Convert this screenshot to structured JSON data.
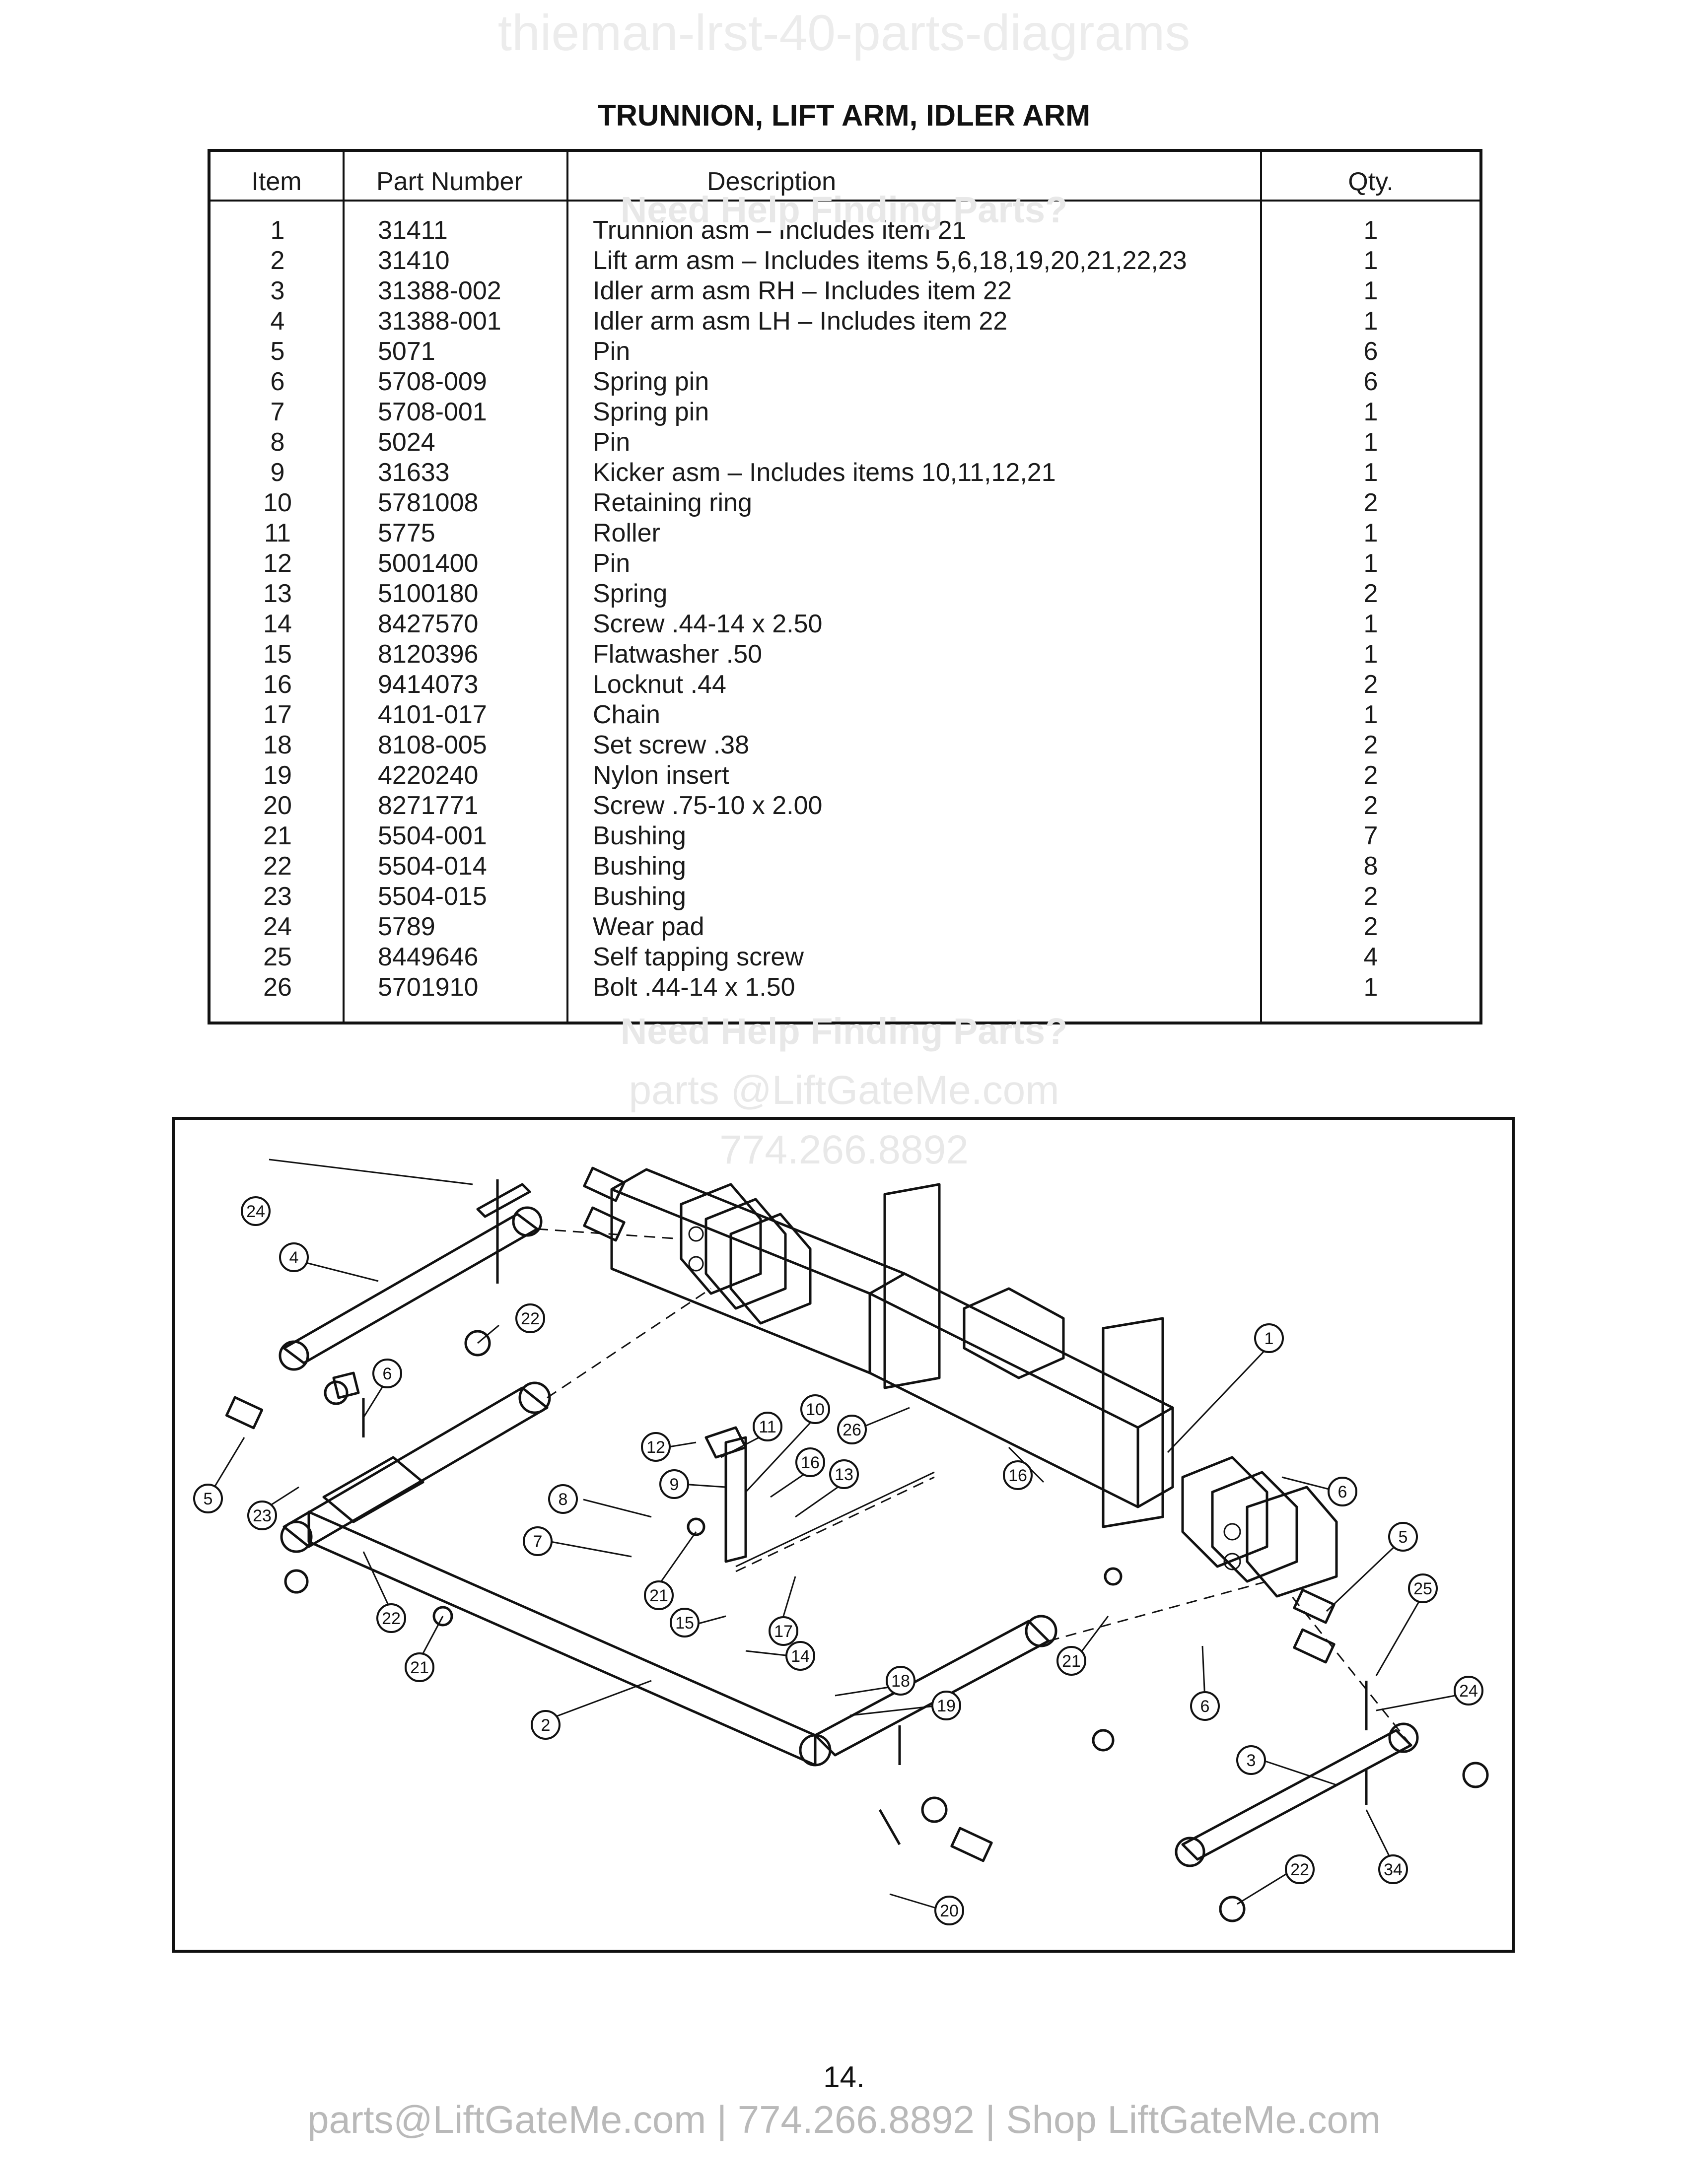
{
  "watermark_top": "thieman-lrst-40-parts-diagrams",
  "title": "TRUNNION, LIFT ARM, IDLER ARM",
  "table": {
    "headers": {
      "item": "Item",
      "part_number": "Part Number",
      "description": "Description",
      "qty": "Qty."
    },
    "rows": [
      {
        "item": "1",
        "part": "31411",
        "desc": "Trunnion asm – Includes item 21",
        "qty": "1"
      },
      {
        "item": "2",
        "part": "31410",
        "desc": "Lift arm asm – Includes items 5,6,18,19,20,21,22,23",
        "qty": "1"
      },
      {
        "item": "3",
        "part": "31388-002",
        "desc": "Idler arm asm RH – Includes item 22",
        "qty": "1"
      },
      {
        "item": "4",
        "part": "31388-001",
        "desc": "Idler arm asm LH – Includes item 22",
        "qty": "1"
      },
      {
        "item": "5",
        "part": "5071",
        "desc": "Pin",
        "qty": "6"
      },
      {
        "item": "6",
        "part": "5708-009",
        "desc": "Spring pin",
        "qty": "6"
      },
      {
        "item": "7",
        "part": "5708-001",
        "desc": "Spring pin",
        "qty": "1"
      },
      {
        "item": "8",
        "part": "5024",
        "desc": "Pin",
        "qty": "1"
      },
      {
        "item": "9",
        "part": "31633",
        "desc": "Kicker asm – Includes items 10,11,12,21",
        "qty": "1"
      },
      {
        "item": "10",
        "part": "5781008",
        "desc": "Retaining ring",
        "qty": "2"
      },
      {
        "item": "11",
        "part": "5775",
        "desc": "Roller",
        "qty": "1"
      },
      {
        "item": "12",
        "part": "5001400",
        "desc": "Pin",
        "qty": "1"
      },
      {
        "item": "13",
        "part": "5100180",
        "desc": "Spring",
        "qty": "2"
      },
      {
        "item": "14",
        "part": "8427570",
        "desc": "Screw .44-14 x 2.50",
        "qty": "1"
      },
      {
        "item": "15",
        "part": "8120396",
        "desc": "Flatwasher .50",
        "qty": "1"
      },
      {
        "item": "16",
        "part": "9414073",
        "desc": "Locknut .44",
        "qty": "2"
      },
      {
        "item": "17",
        "part": "4101-017",
        "desc": "Chain",
        "qty": "1"
      },
      {
        "item": "18",
        "part": "8108-005",
        "desc": "Set screw .38",
        "qty": "2"
      },
      {
        "item": "19",
        "part": "4220240",
        "desc": "Nylon insert",
        "qty": "2"
      },
      {
        "item": "20",
        "part": "8271771",
        "desc": "Screw .75-10 x 2.00",
        "qty": "2"
      },
      {
        "item": "21",
        "part": "5504-001",
        "desc": "Bushing",
        "qty": "7"
      },
      {
        "item": "22",
        "part": "5504-014",
        "desc": "Bushing",
        "qty": "8"
      },
      {
        "item": "23",
        "part": "5504-015",
        "desc": "Bushing",
        "qty": "2"
      },
      {
        "item": "24",
        "part": "5789",
        "desc": "Wear pad",
        "qty": "2"
      },
      {
        "item": "25",
        "part": "8449646",
        "desc": "Self tapping screw",
        "qty": "4"
      },
      {
        "item": "26",
        "part": "5701910",
        "desc": "Bolt .44-14 x 1.50",
        "qty": "1"
      }
    ]
  },
  "watermark_mid": {
    "help_line": "Need Help Finding Parts?",
    "email": "parts @LiftGateMe.com",
    "phone": "774.266.8892"
  },
  "diagram": {
    "callouts": [
      "24",
      "4",
      "22",
      "6",
      "5",
      "23",
      "22",
      "21",
      "12",
      "11",
      "10",
      "9",
      "16",
      "13",
      "26",
      "8",
      "7",
      "21",
      "15",
      "17",
      "14",
      "2",
      "18",
      "19",
      "20",
      "16",
      "1",
      "6",
      "5",
      "21",
      "25",
      "24",
      "6",
      "3",
      "22",
      "34"
    ]
  },
  "page_number": "14.",
  "footer": "parts@LiftGateMe.com | 774.266.8892 | Shop LiftGateMe.com"
}
